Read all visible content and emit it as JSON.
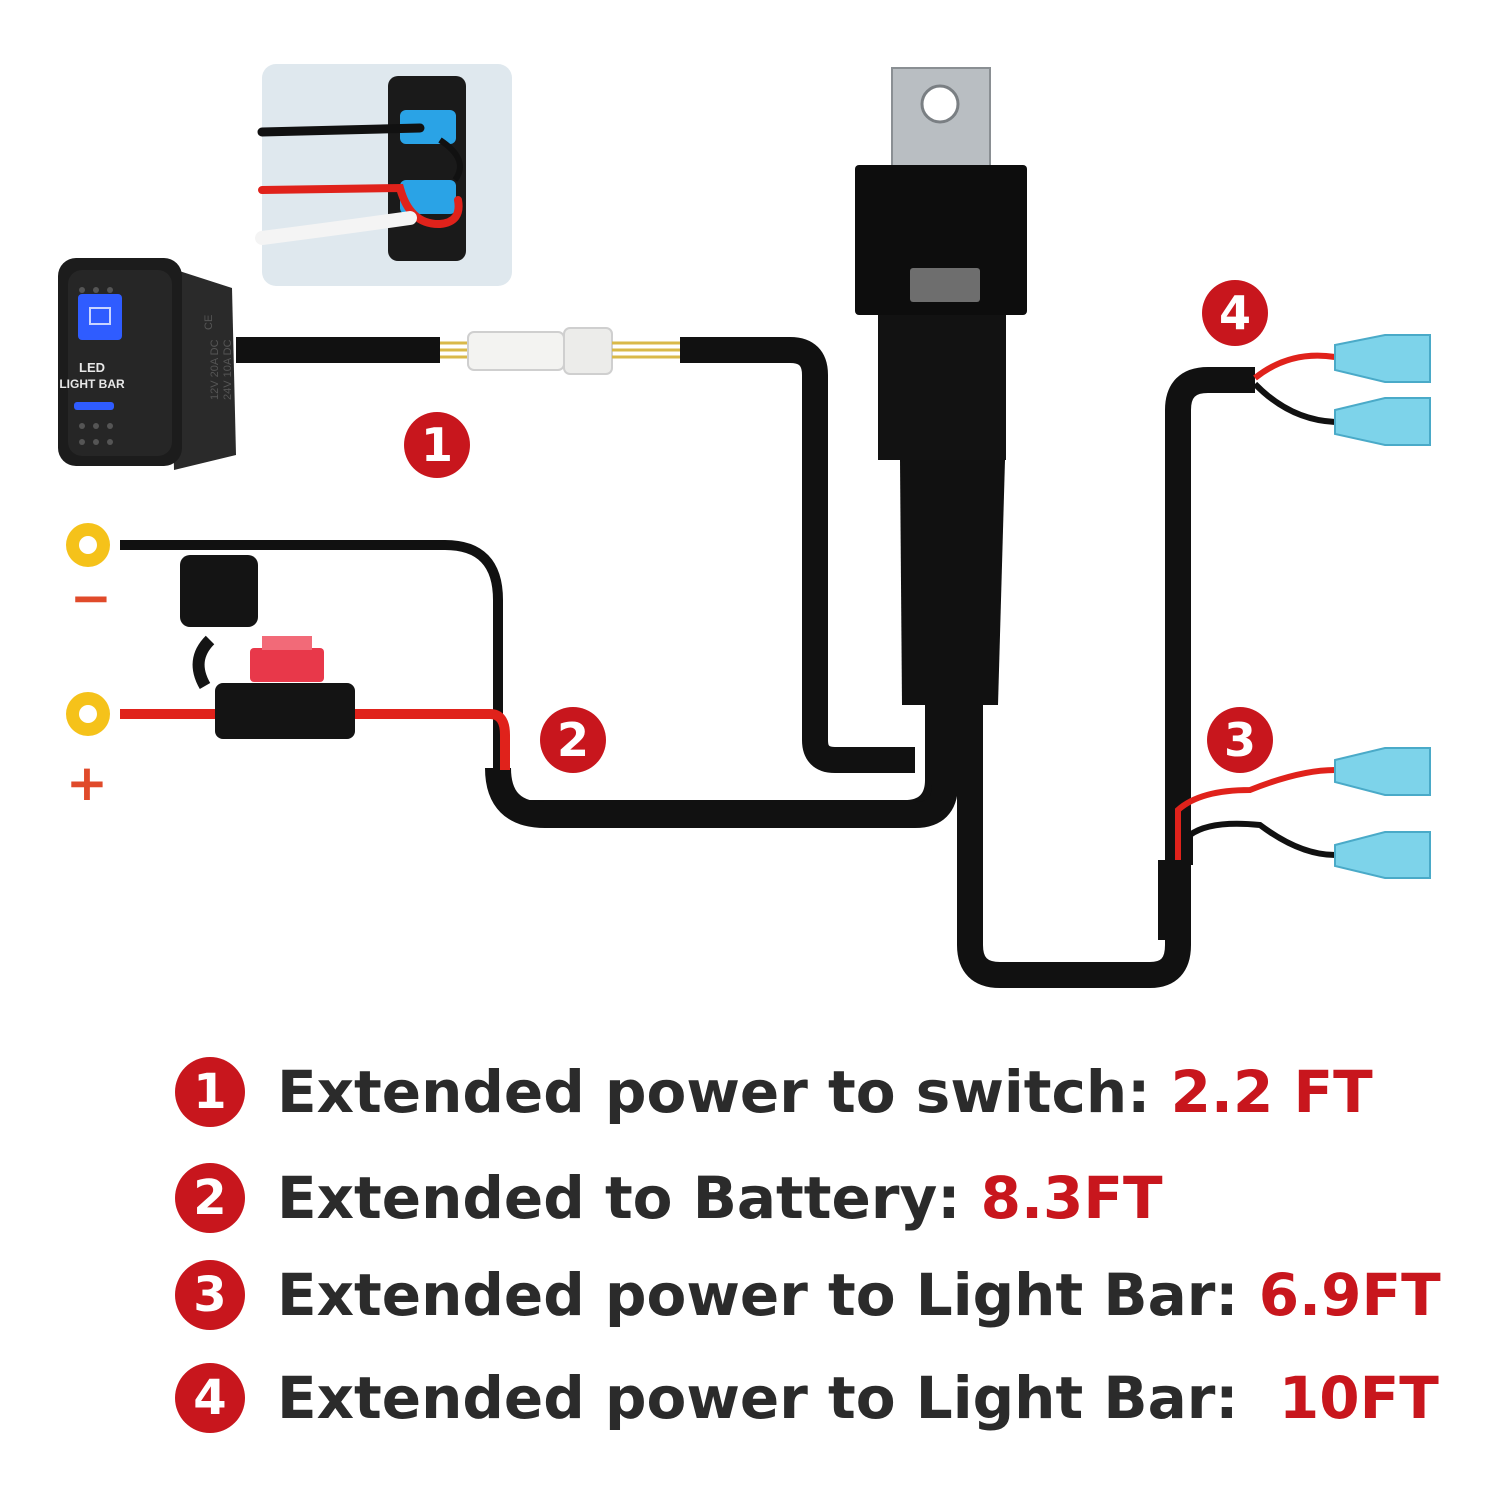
{
  "switch": {
    "label_line1": "LED",
    "label_line2": "LIGHT BAR",
    "rating_line1": "12V  20A  DC",
    "rating_line2": "24V  10A  DC",
    "ce_mark": "CE"
  },
  "terminals": {
    "negative_sign": "−",
    "positive_sign": "+"
  },
  "callouts": [
    "1",
    "2",
    "3",
    "4"
  ],
  "legend": [
    {
      "number": "1",
      "text": "Extended power to switch: ",
      "value": "2.2 FT"
    },
    {
      "number": "2",
      "text": "Extended to Battery: ",
      "value": "8.3FT"
    },
    {
      "number": "3",
      "text": "Extended power to Light Bar: ",
      "value": "6.9FT"
    },
    {
      "number": "4",
      "text": "Extended power to Light Bar:  ",
      "value": "10FT"
    }
  ],
  "colors": {
    "accent_red": "#c8161d",
    "cable_black": "#111111",
    "wire_red": "#e0221b",
    "ring_terminal": "#f5c21a",
    "spade_terminal": "#7dd3ea",
    "switch_led": "#2f5cff"
  }
}
